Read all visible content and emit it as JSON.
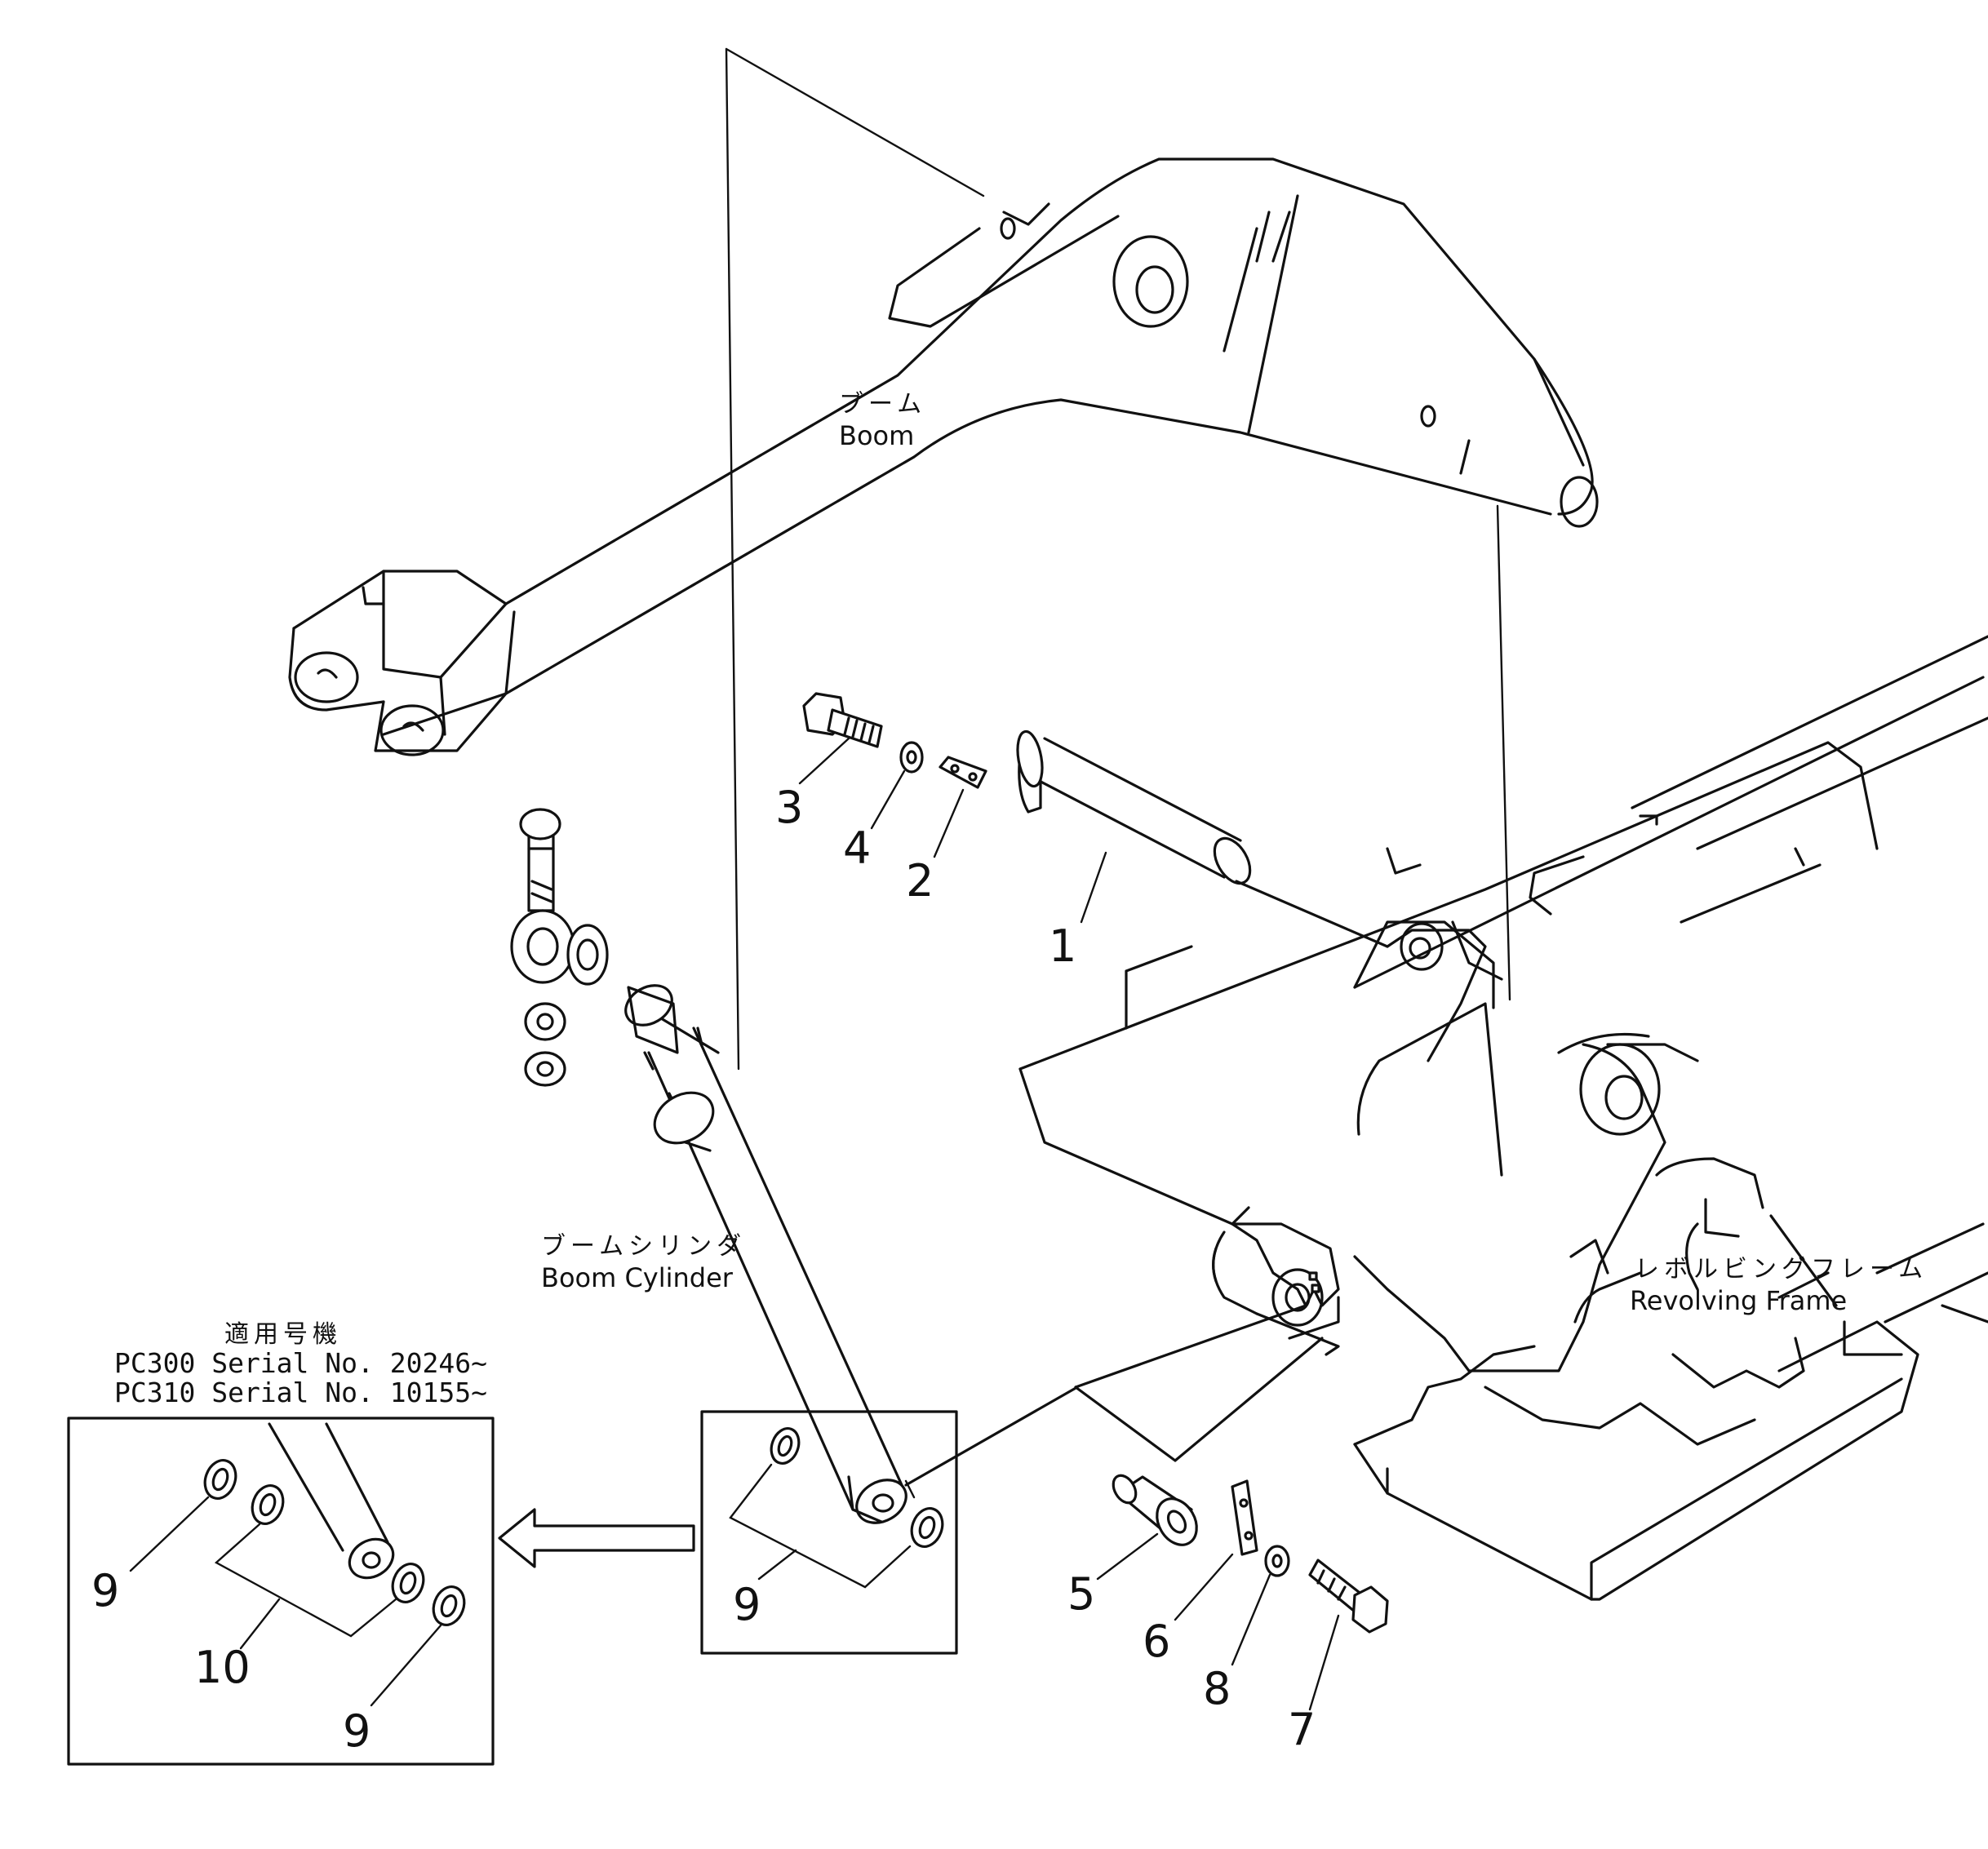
{
  "labels": {
    "boom_jp": "ブーム",
    "boom_en": "Boom",
    "cylinder_jp": "ブームシリンダ",
    "cylinder_en": "Boom  Cylinder",
    "frame_jp": "レボルビングフレーム",
    "frame_en": "Revolving  Frame"
  },
  "serial_note": {
    "heading": "適用号機",
    "line1": "PC300  Serial  No.  20246~",
    "line2": "PC310  Serial  No.  10155~"
  },
  "part_numbers": {
    "p1": "1",
    "p2": "2",
    "p3": "3",
    "p4": "4",
    "p5": "5",
    "p6": "6",
    "p7": "7",
    "p8": "8",
    "p9_main": "9",
    "p9_inset_a": "9",
    "p9_inset_b": "9",
    "p10": "10"
  }
}
